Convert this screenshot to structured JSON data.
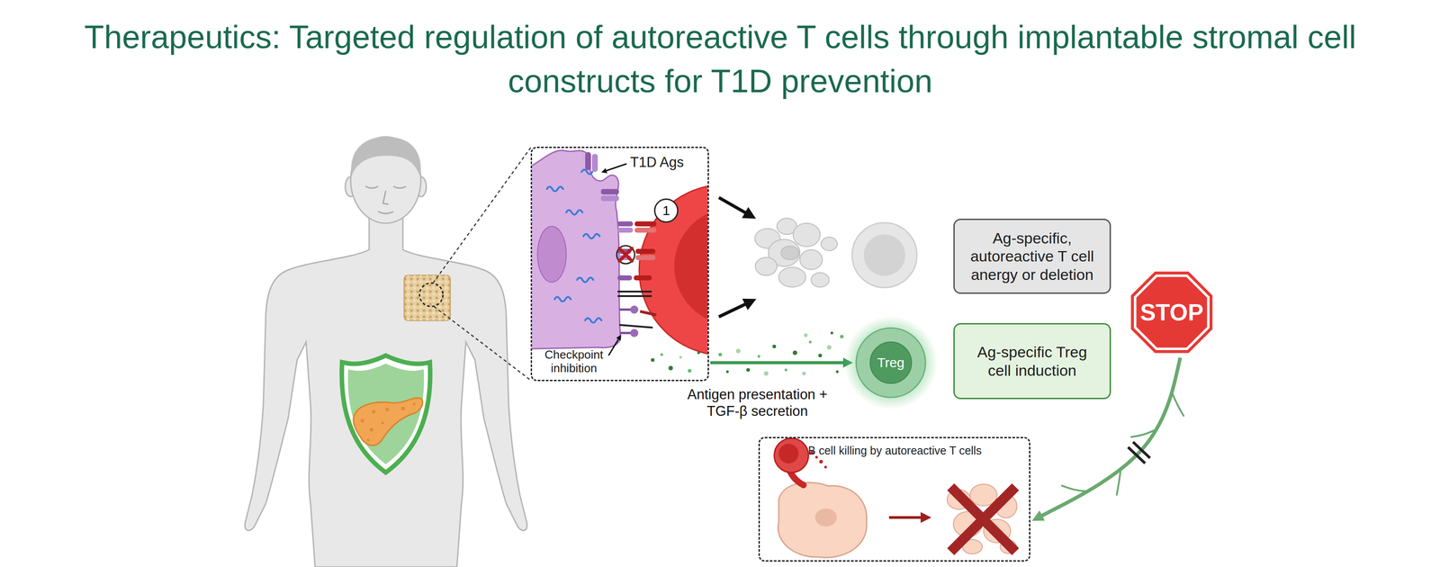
{
  "diagram": {
    "title": "Therapeutics: Targeted regulation of autoreactive T cells through implantable stromal cell constructs for T1D prevention",
    "nodes": [
      {
        "text": [
          "T1D Ags",
          "Checkpoint inhibition"
        ]
      },
      {
        "text": [
          "1"
        ],
        "in": 0
      },
      {
        "text": [
          "Ag-specific, autoreactive T cell anergy or deletion"
        ]
      },
      {
        "text": [
          "Treg"
        ]
      },
      {
        "text": [
          "Ag-specific Treg cell induction"
        ]
      },
      {
        "text": [
          "STOP"
        ]
      },
      {
        "text": [
          "B cell killing by autoreactive T cells"
        ]
      }
    ],
    "edges": [
      {
        "from": 0,
        "to": 3,
        "arrow": "to",
        "label": "Antigen presentation + TGF-β secretion"
      },
      {
        "from": 5,
        "to": 6,
        "arrow": "to"
      }
    ]
  }
}
